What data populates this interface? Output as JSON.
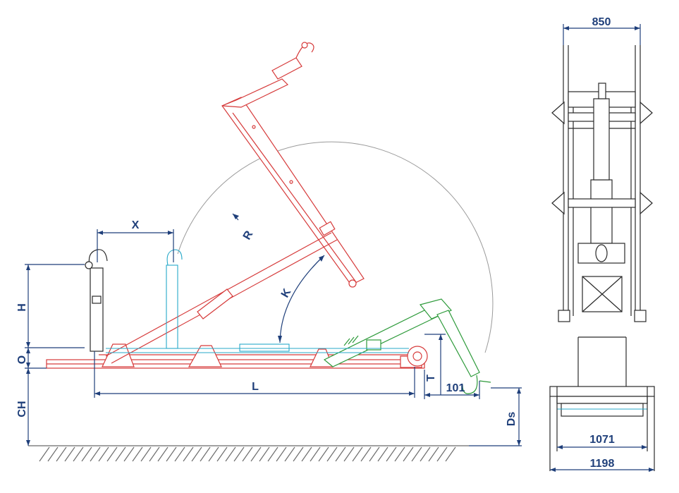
{
  "labels": {
    "x": "X",
    "r": "R",
    "k": "K",
    "h": "H",
    "o": "O",
    "l": "L",
    "t": "T",
    "ch": "CH",
    "ds": "Ds",
    "overhang": "101",
    "top_width": "850",
    "inner_width": "1071",
    "outer_width": "1198"
  },
  "colors": {
    "dimension": "#1f3f7a",
    "tipped_arm": "#d63a3a",
    "mid_arm": "#2d9a3a",
    "lowered_hook": "#27a9c9",
    "front_view": "#2a2a2a"
  }
}
